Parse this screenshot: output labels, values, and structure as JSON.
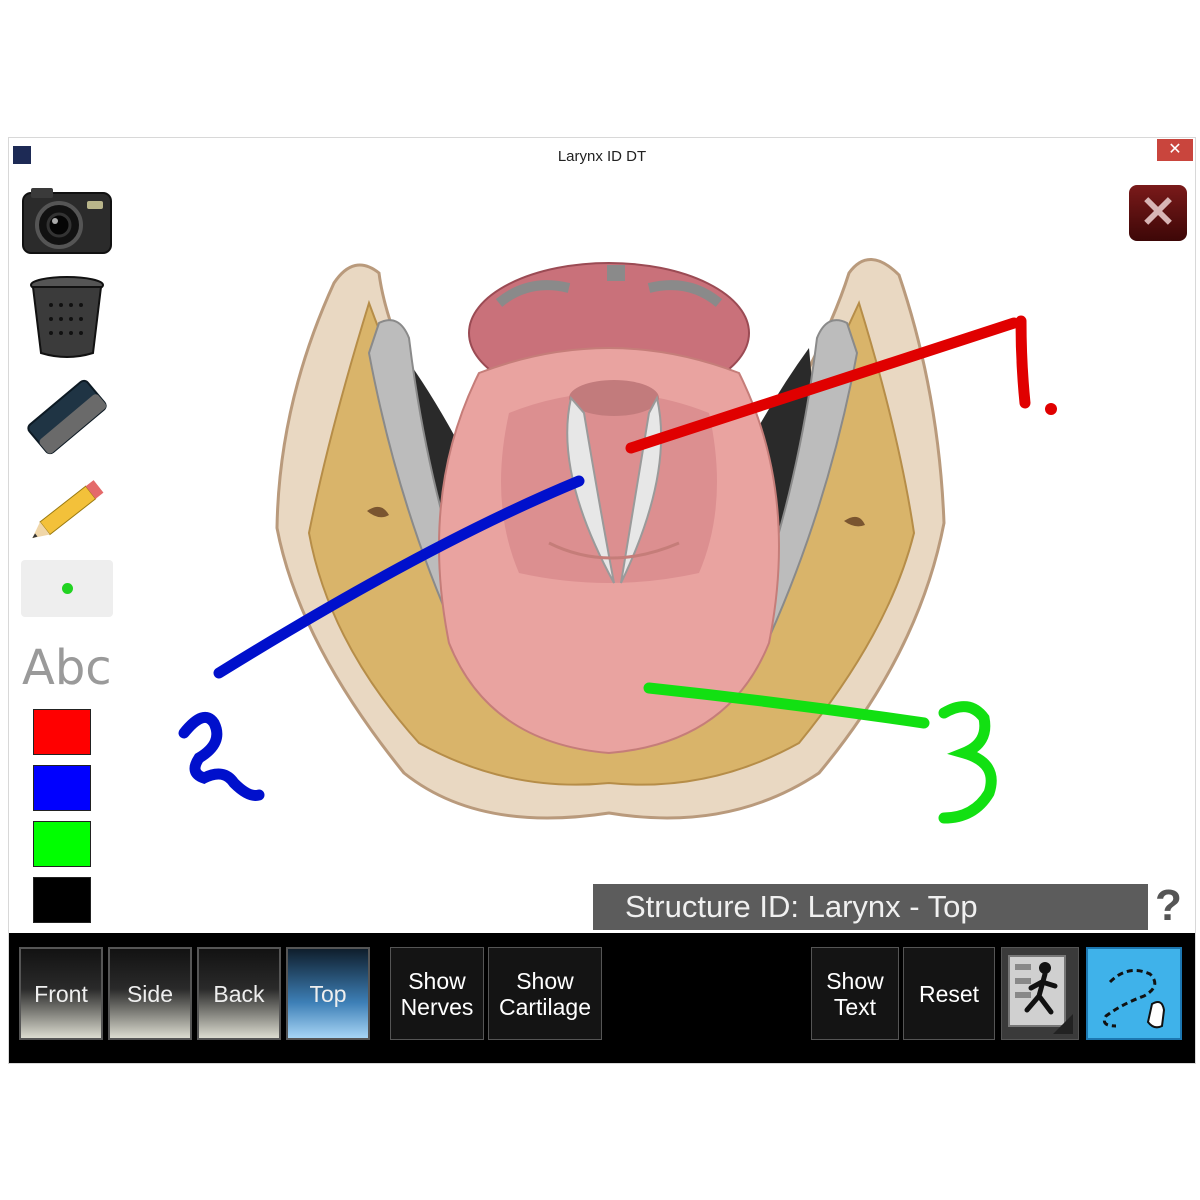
{
  "window": {
    "title": "Larynx ID DT",
    "close_glyph": "✕"
  },
  "tools": {
    "camera_icon": "camera-icon",
    "trash_icon": "trash-icon",
    "eraser_icon": "eraser-icon",
    "pencil_icon": "pencil-icon",
    "text_tool_label": "Abc",
    "selected_pen_color": "#21d321",
    "colors": [
      "#ff0000",
      "#0000ff",
      "#00ff00",
      "#000000"
    ]
  },
  "canvas": {
    "close_glyph": "✕",
    "annotations": [
      "1.",
      "2",
      "3"
    ],
    "structure_label": "Structure ID: Larynx - Top",
    "help_glyph": "?"
  },
  "toolbar": {
    "views": [
      "Front",
      "Side",
      "Back",
      "Top"
    ],
    "active_view": "Top",
    "show_nerves": "Show\nNerves",
    "show_cartilage": "Show\nCartilage",
    "show_text": "Show\nText",
    "reset": "Reset",
    "quiz_icon": "runner-quiz-icon",
    "draw_icon": "lasso-draw-icon"
  }
}
